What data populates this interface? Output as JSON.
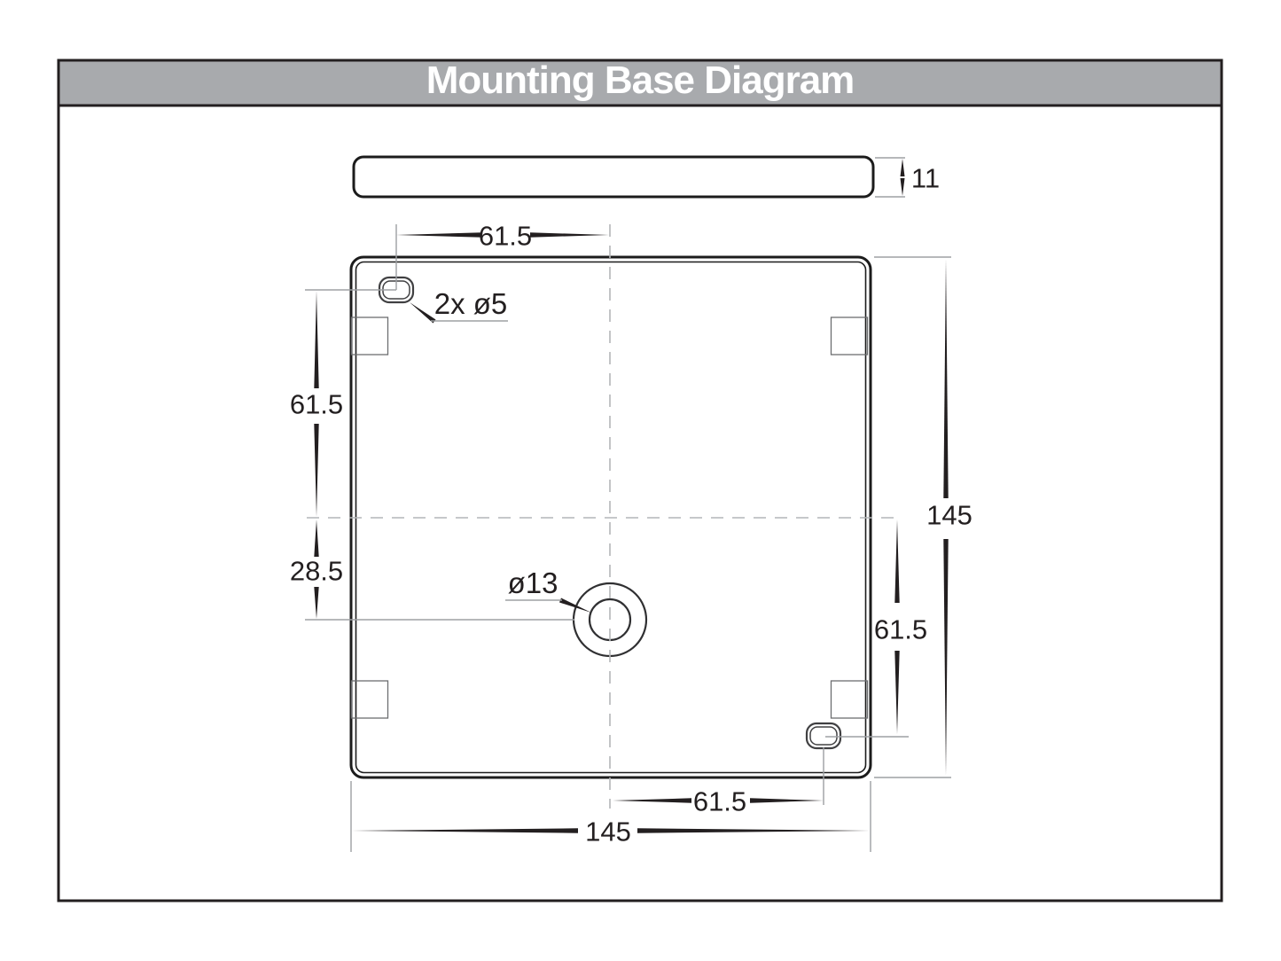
{
  "title": "Mounting Base Diagram",
  "colors": {
    "header_bg": "#a8aaad",
    "frame_border": "#231f20",
    "drawing_line": "#1c1c1c",
    "dimension_text": "#231f20",
    "extension_line": "#9da0a3",
    "centerline": "#b4b6b8",
    "title_text": "#ffffff"
  },
  "dimensions": {
    "side_thickness": "11",
    "top_slot_to_center": "61.5",
    "left_center_to_slot": "61.5",
    "left_center_to_hole": "28.5",
    "right_overall": "145",
    "right_center_to_slot": "61.5",
    "bottom_center_to_slot": "61.5",
    "bottom_overall": "145"
  },
  "callouts": {
    "slots": "2x ø5",
    "center_hole": "ø13"
  }
}
